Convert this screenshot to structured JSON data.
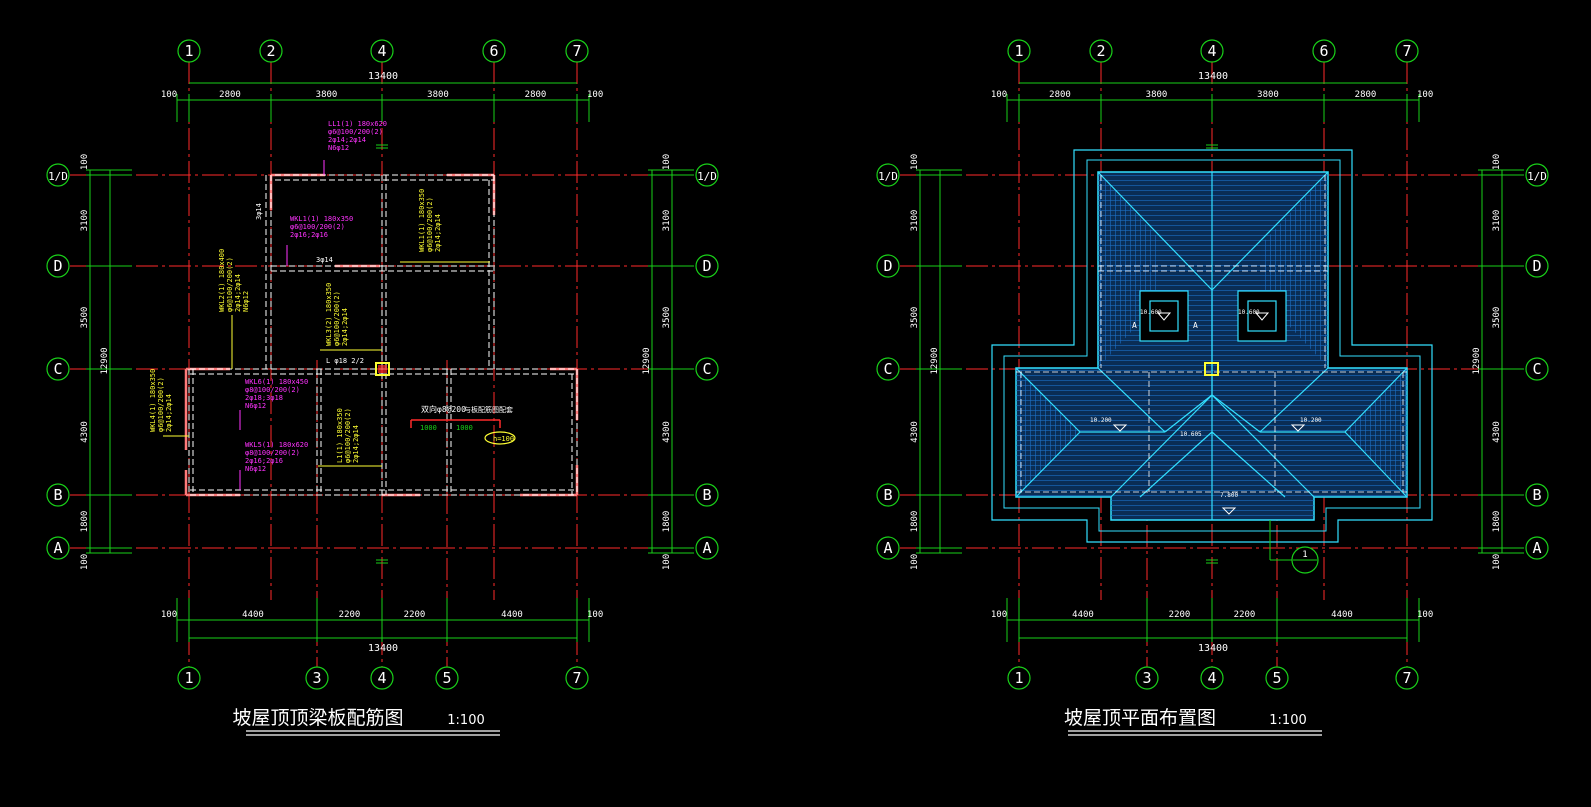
{
  "colors": {
    "background": "#000000",
    "axis": "#ff2a2a",
    "dimension": "#19d019",
    "wall": "#ff7a7a",
    "beam": "#ffffff",
    "magenta": "#ff33ff",
    "yellow": "#ffff33",
    "cyan": "#33e0ff",
    "roof": "#1b6fc7",
    "title": "#ffffff"
  },
  "plans": [
    {
      "id": "beam-plan",
      "title": "坡屋顶顶梁板配筋图",
      "scale": "1:100",
      "total": "13400"
    },
    {
      "id": "roof-plan",
      "title": "坡屋顶平面布置图",
      "scale": "1:100",
      "total": "13400"
    }
  ],
  "grid": {
    "top_axes": [
      "1",
      "2",
      "4",
      "6",
      "7"
    ],
    "bottom_axes": [
      "1",
      "3",
      "4",
      "5",
      "7"
    ],
    "rows": [
      "1/D",
      "D",
      "C",
      "B",
      "A"
    ],
    "top_dims": [
      "100",
      "2800",
      "3800",
      "3800",
      "2800",
      "100"
    ],
    "bottom_dims": [
      "100",
      "4400",
      "2200",
      "2200",
      "4400",
      "100"
    ],
    "side_dims": [
      "100",
      "3100",
      "3500",
      "4300",
      "1800",
      "100"
    ],
    "side_total": "12900"
  },
  "beam_annotations": [
    {
      "lines": [
        "LL1(1) 180x620",
        "φ6@100/200(2)",
        "2φ14;2φ14",
        "N6φ12"
      ],
      "color": "magenta"
    },
    {
      "lines": [
        "WKL1(1) 180x350",
        "φ6@100/200(2)",
        "2φ16;2φ16"
      ],
      "color": "magenta"
    },
    {
      "lines": [
        "WKL1(1) 180x350",
        "φ6@100/200(2)",
        "2φ14;2φ14"
      ],
      "color": "yellow"
    },
    {
      "lines": [
        "WKL2(1) 180x400",
        "φ6@100/200(2)",
        "2φ14;2φ14",
        "N6φ12"
      ],
      "color": "yellow"
    },
    {
      "lines": [
        "WKL3(2) 180x350",
        "φ6@100/200(2)",
        "2φ14;2φ14"
      ],
      "color": "yellow"
    },
    {
      "lines": [
        "WKL4(1) 180x350",
        "φ6@100/200(2)",
        "2φ14;2φ14"
      ],
      "color": "yellow"
    },
    {
      "lines": [
        "WKL6(1) 180x450",
        "φ8@100/200(2)",
        "2φ18;3φ18",
        "N6φ12"
      ],
      "color": "magenta"
    },
    {
      "lines": [
        "WKL5(1) 180x620",
        "φ8@100/200(2)",
        "2φ16;2φ16",
        "N6φ12"
      ],
      "color": "magenta"
    },
    {
      "lines": [
        "L1(1) 180x350",
        "φ6@100/200(2)",
        "2φ14;2φ14"
      ],
      "color": "yellow"
    }
  ],
  "misc_labels": {
    "rebar_3c14": "3φ14",
    "rebar_3c14b": "3φ14",
    "beam_L": "L φ18 2/2",
    "slab_note": "双向φ8@200",
    "slab_note2": "与板配筋图配套",
    "slab_dim_a": "1000",
    "slab_dim_b": "1000",
    "slab_thick": "h=100"
  },
  "roof_labels": {
    "elev_left_top": "10.600",
    "elev_right_top": "10.600",
    "elev_left": "10.200",
    "elev_right": "10.200",
    "elev_mid": "10.605",
    "elev_bottom": "7.800",
    "section_a": "A",
    "section_a2": "A",
    "callout_num": "1"
  }
}
